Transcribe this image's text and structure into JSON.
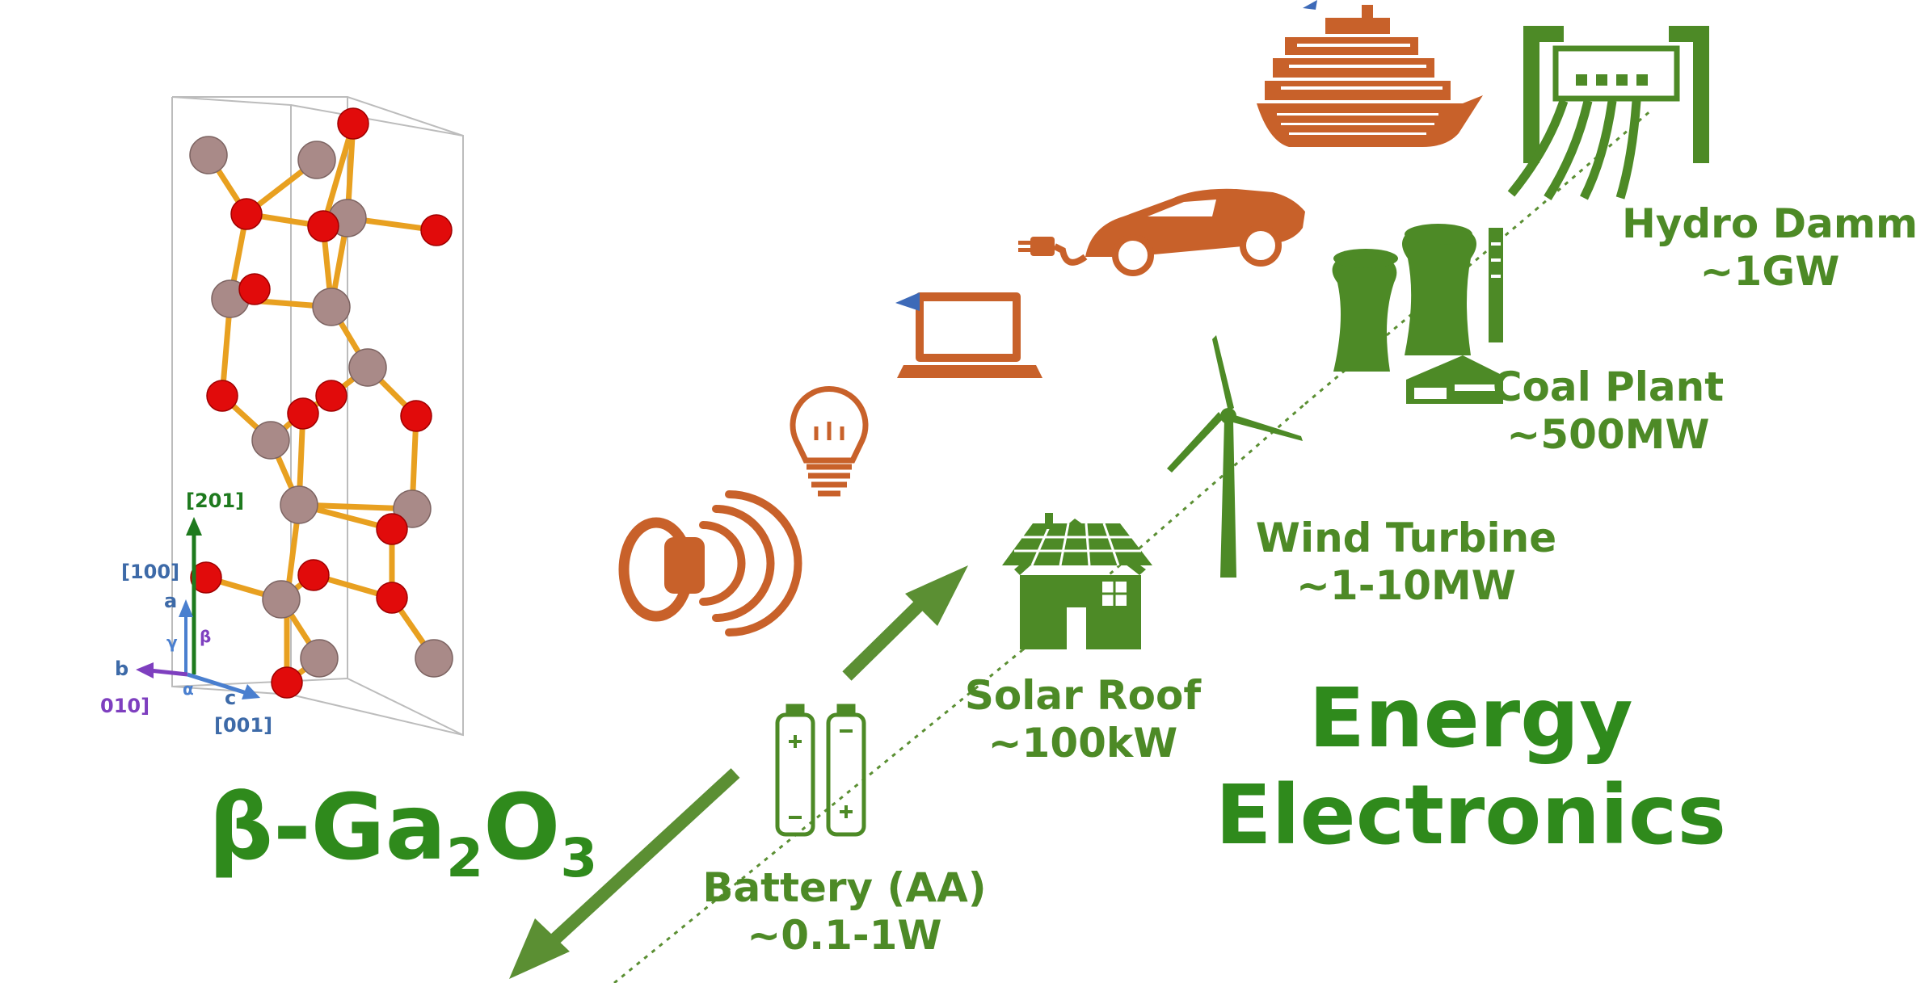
{
  "crystal": {
    "formula_prefix": "β-Ga",
    "sub1": "2",
    "mid": "O",
    "sub2": "3",
    "axes": {
      "a_dir": "[201]",
      "a2_dir": "[100]",
      "a_label": "a",
      "b_label": "b",
      "b_dir": "010]",
      "c_label": "c",
      "c_dir": "[001]",
      "alpha": "α",
      "beta": "β",
      "gamma": "γ"
    }
  },
  "title": {
    "line1": "Energy",
    "line2": "Electronics"
  },
  "sources": [
    {
      "name": "Battery (AA)",
      "power": "~0.1-1W"
    },
    {
      "name": "Solar Roof",
      "power": "~100kW"
    },
    {
      "name": "Wind Turbine",
      "power": "~1-10MW"
    },
    {
      "name": "Coal Plant",
      "power": "~500MW"
    },
    {
      "name": "Hydro Damm",
      "power": "~1GW"
    }
  ],
  "colors": {
    "green": "#4d8a26",
    "dark_green": "#2f8a1c",
    "orange": "#c8612a",
    "oxygen": "#e10b0b",
    "gallium": "#a98a88",
    "bond": "#e8a020"
  },
  "icons": [
    "smartwatch-icon",
    "light-bulb-icon",
    "laptop-icon",
    "electric-car-icon",
    "cruise-ship-icon",
    "battery-icon",
    "solar-house-icon",
    "wind-turbine-icon",
    "coal-plant-icon",
    "hydro-dam-icon"
  ]
}
